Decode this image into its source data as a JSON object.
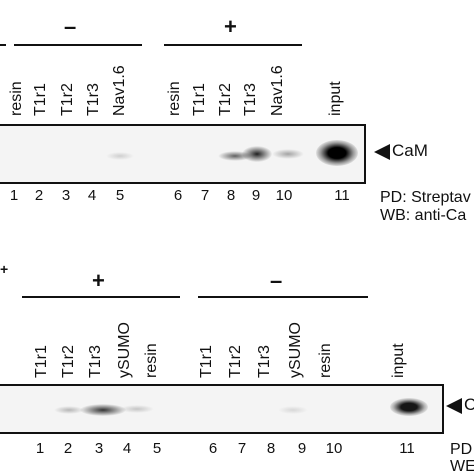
{
  "panel_top": {
    "group_signs": [
      "–",
      "+"
    ],
    "lanes": [
      "resin",
      "T1r1",
      "T1r2",
      "T1r3",
      "Nav1.6",
      "resin",
      "T1r1",
      "T1r2",
      "T1r3",
      "Nav1.6",
      "input"
    ],
    "numbers": [
      "1",
      "2",
      "3",
      "4",
      "5",
      "6",
      "7",
      "8",
      "9",
      "10",
      "11"
    ],
    "band_label": "CaM",
    "pd_text": "PD: Streptav",
    "wb_text": "WB: anti-Ca"
  },
  "panel_bottom": {
    "edge_sign": "+",
    "group_signs": [
      "+",
      "–"
    ],
    "lanes": [
      "T1r1",
      "T1r2",
      "T1r3",
      "ySUMO",
      "resin",
      "T1r1",
      "T1r2",
      "T1r3",
      "ySUMO",
      "resin",
      "input"
    ],
    "numbers": [
      "1",
      "2",
      "3",
      "4",
      "5",
      "6",
      "7",
      "8",
      "9",
      "10",
      "11"
    ],
    "band_label": "C",
    "pd_text": "PD",
    "wb_text": "WE"
  }
}
